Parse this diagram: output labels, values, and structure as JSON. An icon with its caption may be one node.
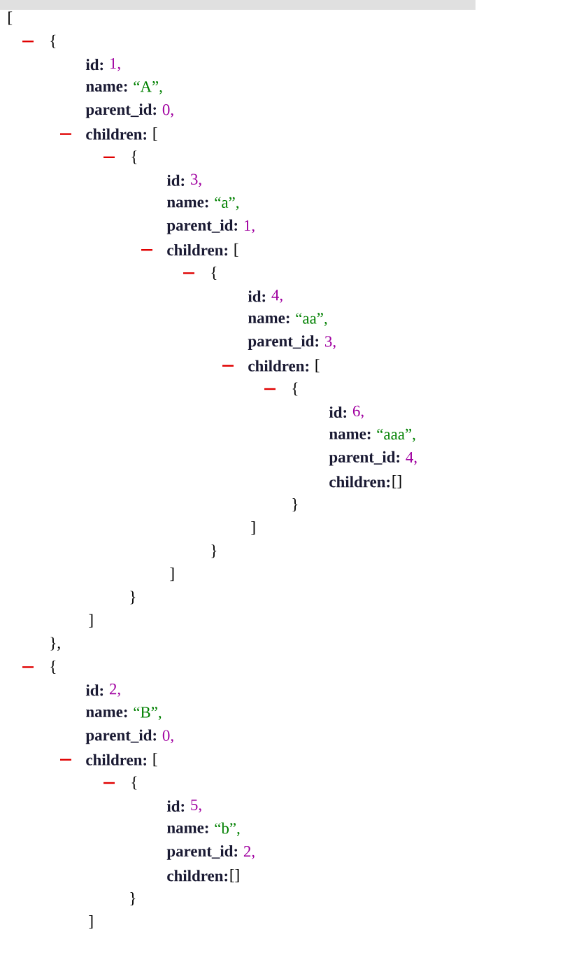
{
  "diagram": {
    "labels": [
      "[",
      "{",
      "id:",
      "1,",
      "name:",
      "“A”,",
      "parent_id:",
      "0,",
      "children:",
      "[",
      "{",
      "id:",
      "3,",
      "name:",
      "“a”,",
      "parent_id:",
      "1,",
      "children:",
      "[",
      "{",
      "id:",
      "4,",
      "name:",
      "“aa”,",
      "parent_id:",
      "3,",
      "children:",
      "[",
      "{",
      "id:",
      "6,",
      "name:",
      "“aaa”,",
      "parent_id:",
      "4,",
      "children:",
      "[]",
      "}",
      "]",
      "}",
      "]",
      "}",
      "]",
      "},",
      "{",
      "id:",
      "2,",
      "name:",
      "“B”,",
      "parent_id:",
      "0,",
      "children:",
      "[",
      "{",
      "id:",
      "5,",
      "name:",
      "“b”,",
      "parent_id:",
      "2,",
      "children:",
      "[]",
      "}",
      "]"
    ]
  }
}
